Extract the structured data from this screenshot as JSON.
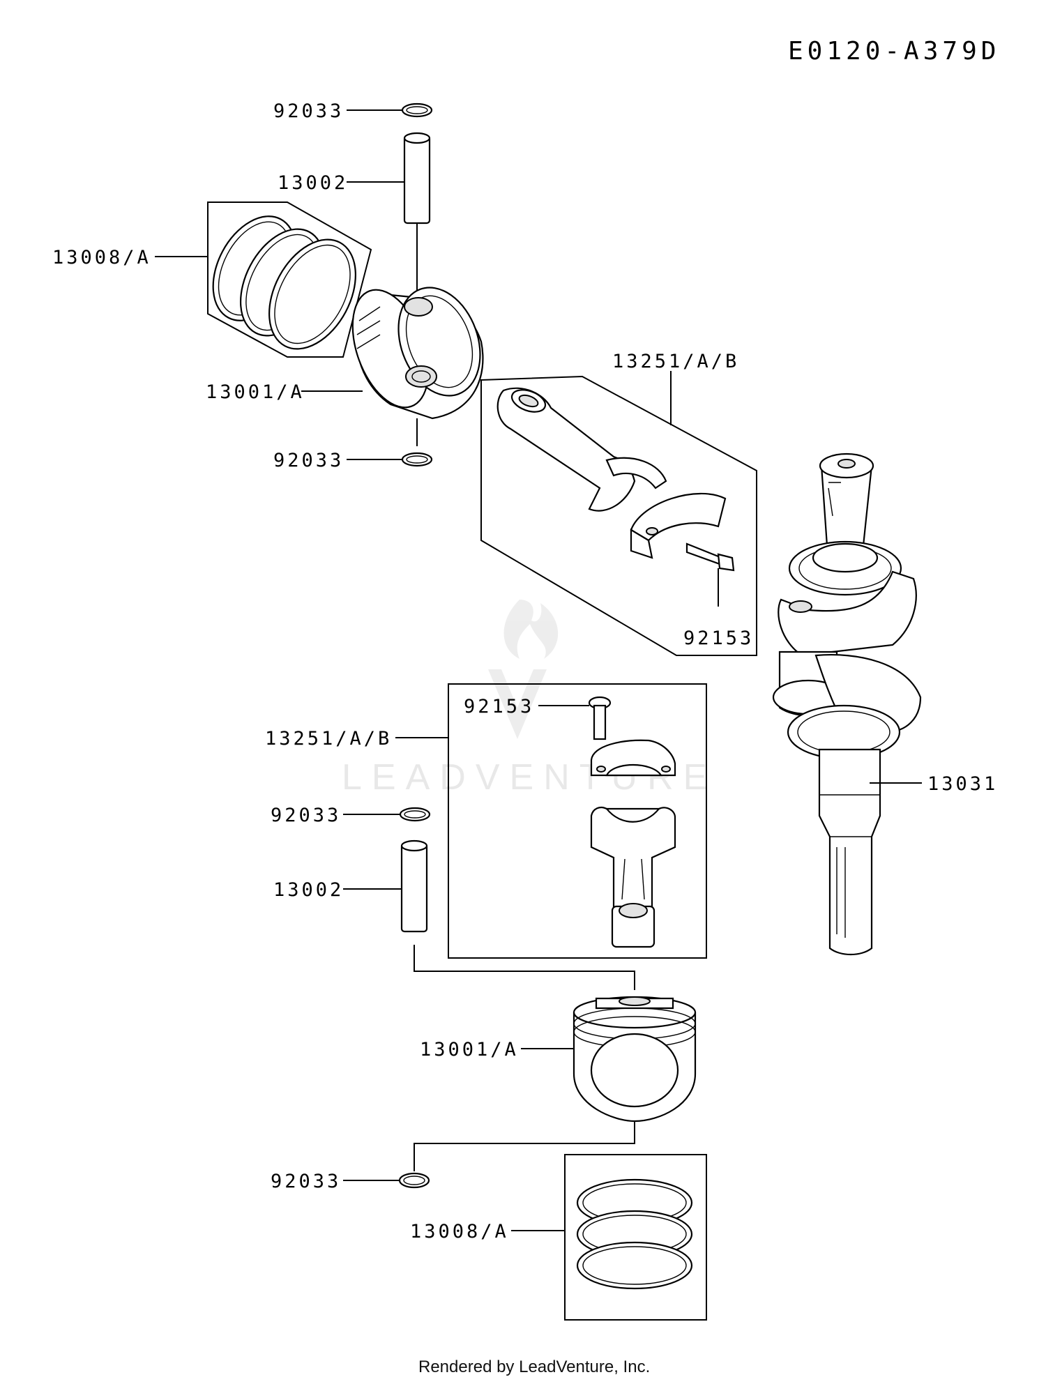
{
  "diagram_code": "E0120-A379D",
  "footer": "Rendered by LeadVenture, Inc.",
  "watermark": {
    "brand": "LEADVENTURE",
    "icon": "flame-v-logo-icon"
  },
  "callouts": [
    {
      "id": "c-92033-a",
      "part": "92033"
    },
    {
      "id": "c-13002-a",
      "part": "13002"
    },
    {
      "id": "c-13008-a",
      "part": "13008/A"
    },
    {
      "id": "c-13001-a",
      "part": "13001/A"
    },
    {
      "id": "c-92033-b",
      "part": "92033"
    },
    {
      "id": "c-13251-a",
      "part": "13251/A/B"
    },
    {
      "id": "c-92153-a",
      "part": "92153"
    },
    {
      "id": "c-92153-b",
      "part": "92153"
    },
    {
      "id": "c-13251-b",
      "part": "13251/A/B"
    },
    {
      "id": "c-13031",
      "part": "13031"
    },
    {
      "id": "c-92033-c",
      "part": "92033"
    },
    {
      "id": "c-13002-b",
      "part": "13002"
    },
    {
      "id": "c-13001-b",
      "part": "13001/A"
    },
    {
      "id": "c-92033-d",
      "part": "92033"
    },
    {
      "id": "c-13008-b",
      "part": "13008/A"
    }
  ]
}
